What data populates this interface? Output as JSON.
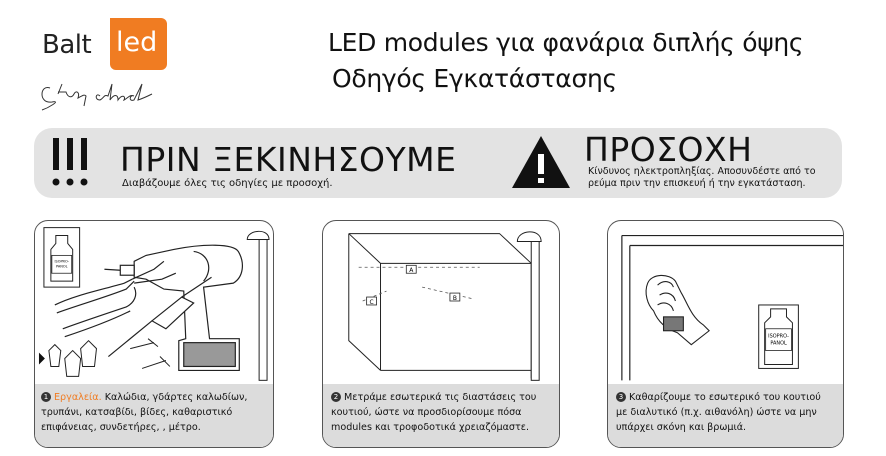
{
  "logo": {
    "brand_left": "Balt",
    "brand_right": "led",
    "tagline": "Step ahead"
  },
  "title": {
    "line1": "LED modules για φανάρια διπλής όψης",
    "line2": "Οδηγός Εγκατάστασης"
  },
  "banner": {
    "before_title": "ΠΡΙΝ ΞΕΚΙΝΗΣΟΥΜΕ",
    "before_subtitle": "Διαβάζουμε όλες τις οδηγίες με προσοχή.",
    "caution_title": "ΠΡΟΣΟΧΗ",
    "caution_line1": "Κίνδυνος ηλεκτροπληξίας. Αποσυνδέστε από το",
    "caution_line2": "ρεύμα πριν την επισκευή ή την εγκατάσταση."
  },
  "steps": [
    {
      "number": "1",
      "lead": "Εργαλεία.",
      "line1": " Καλώδια, γδάρτες καλωδίων,",
      "line2": "τρυπάνι, κατσαβίδι, βίδες, καθαριστικό",
      "line3": "επιφάνειας, συνδετήρες, , μέτρο.",
      "bottle_label_1": "ISOPRO-",
      "bottle_label_2": "PANOL"
    },
    {
      "number": "2",
      "line1": "Μετράμε εσωτερικά τις διαστάσεις του",
      "line2": "κουτιού, ώστε να προσδιορίσουμε πόσα",
      "line3": "modules και τροφοδοτικά χρειαζόμαστε.",
      "dim_a": "A",
      "dim_b": "B",
      "dim_c": "C"
    },
    {
      "number": "3",
      "line1": "Καθαρίζουμε το εσωτερικό του κουτιού",
      "line2": "με διαλυτικό (π.χ. αιθανόλη) ώστε να μην",
      "line3": "υπάρχει σκόνη και βρωμιά.",
      "bottle_label_1": "ISOPRO-",
      "bottle_label_2": "PANOL"
    }
  ],
  "colors": {
    "accent": "#f07c22",
    "banner_bg": "#e3e3e3",
    "caption_bg": "#dcdcdc"
  }
}
